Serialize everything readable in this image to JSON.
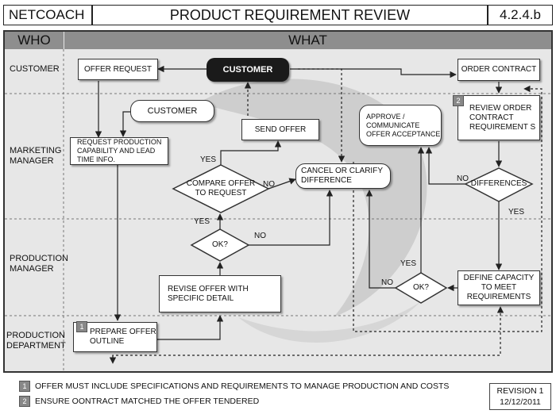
{
  "header": {
    "left": "NETCOACH",
    "title": "PRODUCT REQUIREMENT REVIEW",
    "code": "4.2.4.b"
  },
  "columns": {
    "who": "WHO",
    "what": "WHAT"
  },
  "lanes": {
    "customer": "CUSTOMER",
    "marketing": "MARKETING MANAGER",
    "production_manager": "PRODUCTION MANAGER",
    "production_department": "PRODUCTION DEPARTMENT"
  },
  "nodes": {
    "offer_request": "OFFER REQUEST",
    "customer_main": "CUSTOMER",
    "order_contract": "ORDER CONTRACT",
    "customer_sub": "CUSTOMER",
    "request_capability": "REQUEST PRODUCTION CAPABILITY AND LEAD TIME INFO.",
    "send_offer": "SEND OFFER",
    "compare_offer": "COMPARE OFFER TO REQUEST",
    "cancel_clarify": "CANCEL OR CLARIFY DIFFERENCE",
    "approve": "APPROVE / COMMUNICATE OFFER ACCEPTANCE",
    "review_order": "REVIEW ORDER CONTRACT REQUIREMENT S",
    "differences": "DIFFERENCES",
    "ok_production": "OK?",
    "revise_offer": "REVISE OFFER WITH SPECIFIC DETAIL",
    "ok_capacity": "OK?",
    "define_capacity": "DEFINE CAPACITY TO MEET REQUIREMENTS",
    "prepare_offer": "PREPARE OFFER OUTLINE"
  },
  "step_markers": {
    "prepare": "1",
    "review": "2"
  },
  "edge_labels": {
    "compare_yes": "YES",
    "compare_no": "NO",
    "ok_yes": "YES",
    "ok_no": "NO",
    "diff_no": "NO",
    "diff_yes": "YES",
    "okcap_yes": "YES",
    "okcap_no": "NO"
  },
  "legend": [
    {
      "num": "1",
      "text": "OFFER MUST INCLUDE SPECIFICATIONS AND REQUIREMENTS TO MANAGE PRODUCTION AND COSTS"
    },
    {
      "num": "2",
      "text": "ENSURE OONTRACT MATCHED THE OFFER TENDERED"
    }
  ],
  "revision": {
    "label": "REVISION 1",
    "date": "12/12/2011"
  },
  "colors": {
    "band": "#8e8e8e",
    "frame_bg": "#e7e7e7",
    "customer_fill": "#1a1a1a",
    "swirl": "#c9c9c9"
  }
}
